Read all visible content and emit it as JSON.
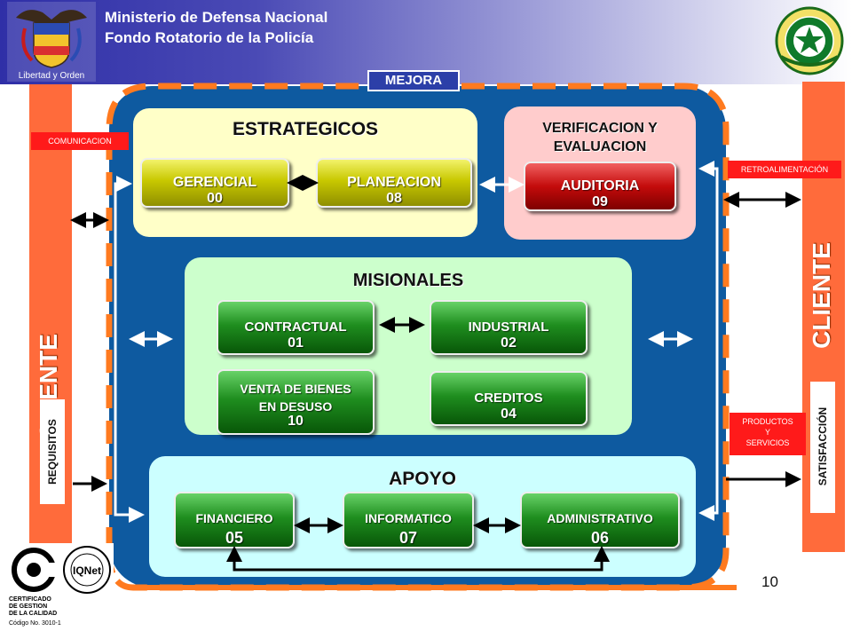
{
  "header": {
    "line1": "Ministerio de Defensa Nacional",
    "line2": "Fondo Rotatorio de la Policía",
    "motto": "Libertad y Orden"
  },
  "tags": {
    "mejora": "MEJORA",
    "comunicacion": "COMUNICACION",
    "retroalimentacion": "RETROALIMENTACIÓN",
    "productos": [
      "PRODUCTOS",
      "Y",
      "SERVICIOS"
    ]
  },
  "client": {
    "left_label": "CLIENTE",
    "right_label": "CLIENTE",
    "requisitos": "REQUISITOS",
    "satisfaccion": "SATISFACCIÓN"
  },
  "groups": {
    "estrategicos": {
      "title": "ESTRATEGICOS",
      "gerencial": {
        "label": "GERENCIAL",
        "code": "00"
      },
      "planeacion": {
        "label": "PLANEACION",
        "code": "08"
      }
    },
    "verificacion": {
      "title_line1": "VERIFICACION Y",
      "title_line2": "EVALUACION",
      "auditoria": {
        "label": "AUDITORIA",
        "code": "09"
      }
    },
    "misionales": {
      "title": "MISIONALES",
      "contractual": {
        "label": "CONTRACTUAL",
        "code": "01"
      },
      "industrial": {
        "label": "INDUSTRIAL",
        "code": "02"
      },
      "venta": {
        "label_line1": "VENTA DE BIENES",
        "label_line2": "EN DESUSO",
        "code": "10"
      },
      "creditos": {
        "label": "CREDITOS",
        "code": "04"
      }
    },
    "apoyo": {
      "title": "APOYO",
      "financiero": {
        "label": "FINANCIERO",
        "code": "05"
      },
      "informatico": {
        "label": "INFORMATICO",
        "code": "07"
      },
      "administrativo": {
        "label": "ADMINISTRATIVO",
        "code": "06"
      }
    }
  },
  "certification": {
    "line1": "CERTIFICADO",
    "line2": "DE GESTION",
    "line3": "DE LA CALIDAD",
    "code": "Código No. 3010-1",
    "iqnet": "IQNet"
  },
  "slide_number": "10",
  "colors": {
    "panel": "#0e5aa0",
    "dash": "#ff7a1f",
    "band": "#ff6b3b",
    "yellow_button": "#c8c800",
    "green_button": "#1f8e1f",
    "red_button": "#c40b0b"
  }
}
